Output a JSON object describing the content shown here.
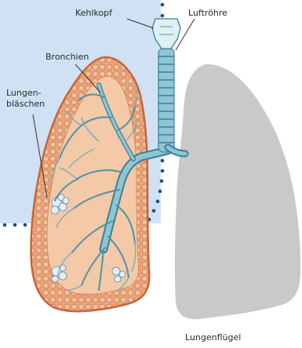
{
  "labels": {
    "larynx": "Kehlkopf",
    "trachea": "Luftröhre",
    "bronchi": "Bronchien",
    "alveoli": "Lungen-\nbläschen",
    "lung_wing": "Lungenflügel"
  },
  "colors": {
    "panel_blue": "#cfe1f3",
    "dots_blue": "#1d4f8f",
    "lung_orange": "#e9a67a",
    "lung_edge": "#c8643a",
    "lung_cells": "#f2c3a0",
    "bronchi_teal": "#8fc6d4",
    "bronchi_dark": "#3d7f95",
    "gray_lung": "#c9c9c9",
    "trachea_ring": "#bfe0e8"
  }
}
